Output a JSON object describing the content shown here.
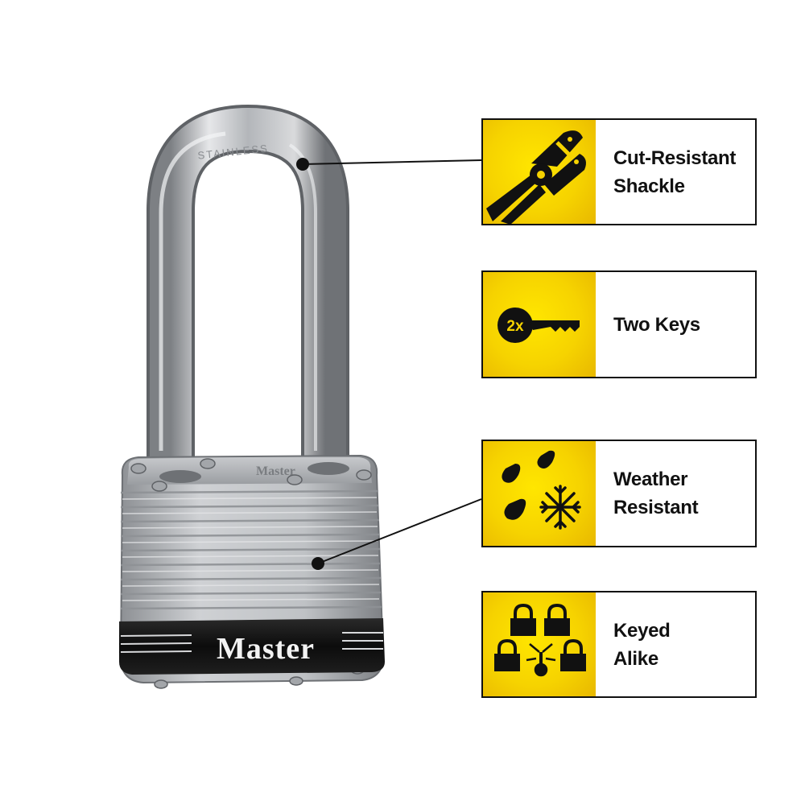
{
  "padlock": {
    "shackle_engraving": "STAINLESS",
    "body_top_engraving": "Master",
    "brand_band_text": "Master"
  },
  "features": [
    {
      "lines": [
        "Cut-Resistant",
        "Shackle"
      ],
      "icon": "bolt-cutter-icon"
    },
    {
      "lines": [
        "Two Keys"
      ],
      "icon": "two-keys-icon",
      "icon_text": "2x"
    },
    {
      "lines": [
        "Weather",
        "Resistant"
      ],
      "icon": "weather-icon"
    },
    {
      "lines": [
        "Keyed",
        "Alike"
      ],
      "icon": "keyed-alike-icon"
    }
  ],
  "colors": {
    "accent_yellow": "#f6d300",
    "outline": "#111111",
    "band": "#111111"
  }
}
